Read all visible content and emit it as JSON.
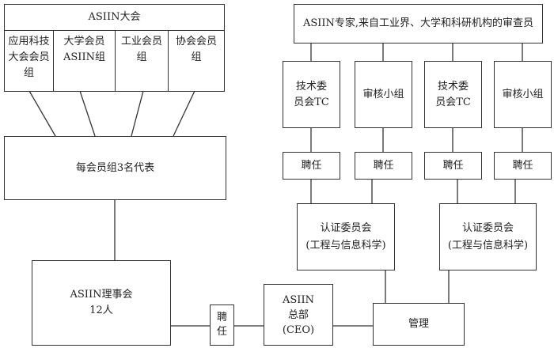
{
  "assembly": {
    "title": "ASIIN大会",
    "groups": [
      "应用科技\n大会会员\n组",
      "大学会员\nASIIN组",
      "工业会员\n组",
      "协会会员\n组"
    ]
  },
  "representatives": "每会员组3名代表",
  "board": "ASIIN理事会\n12人",
  "board_appoint": "聘\n任",
  "headquarters": "ASIIN\n总部\n(CEO)",
  "management": "管理",
  "experts": "ASIIN专家,来自工业界、大学和科研机构的审查员",
  "committees": [
    "技术委\n员会TC",
    "审核小组",
    "技术委\n员会TC",
    "审核小组"
  ],
  "appoint_labels": [
    "聘任",
    "聘任",
    "聘任",
    "聘任"
  ],
  "accreditation": [
    "认证委员会\n(工程与信息科学)",
    "认证委员会\n(工程与信息科学)"
  ]
}
